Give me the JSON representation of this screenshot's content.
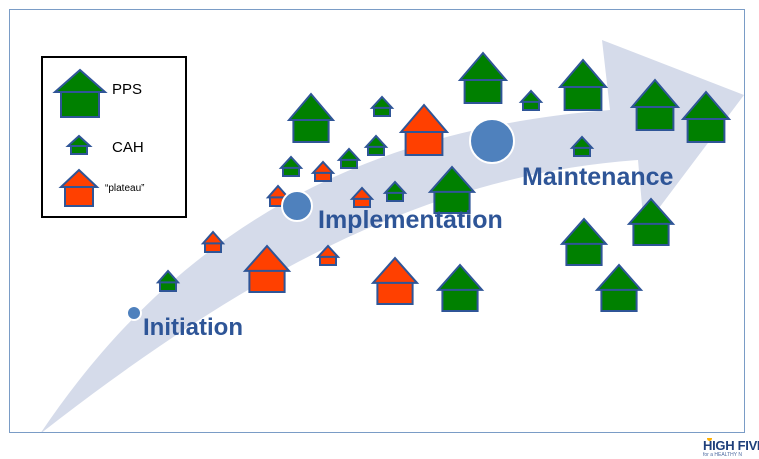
{
  "legend": {
    "items": [
      {
        "label": "PPS",
        "icon": "large-green-house-icon"
      },
      {
        "label": "CAH",
        "icon": "small-green-house-icon"
      },
      {
        "label": "“plateau”",
        "icon": "red-house-icon"
      }
    ]
  },
  "stages": [
    {
      "label": "Initiation"
    },
    {
      "label": "Implementation"
    },
    {
      "label": "Maintenance"
    }
  ],
  "logo": {
    "text": "HIGH FIVI",
    "subtext": "for a HEALTHY N"
  },
  "colors": {
    "pps": "#008000",
    "cah": "#008000",
    "plateau": "#ff4000",
    "outline": "#2f5597",
    "arrow": "#d5dbea",
    "stage_text": "#2e5597",
    "circle": "#4f81bd"
  }
}
